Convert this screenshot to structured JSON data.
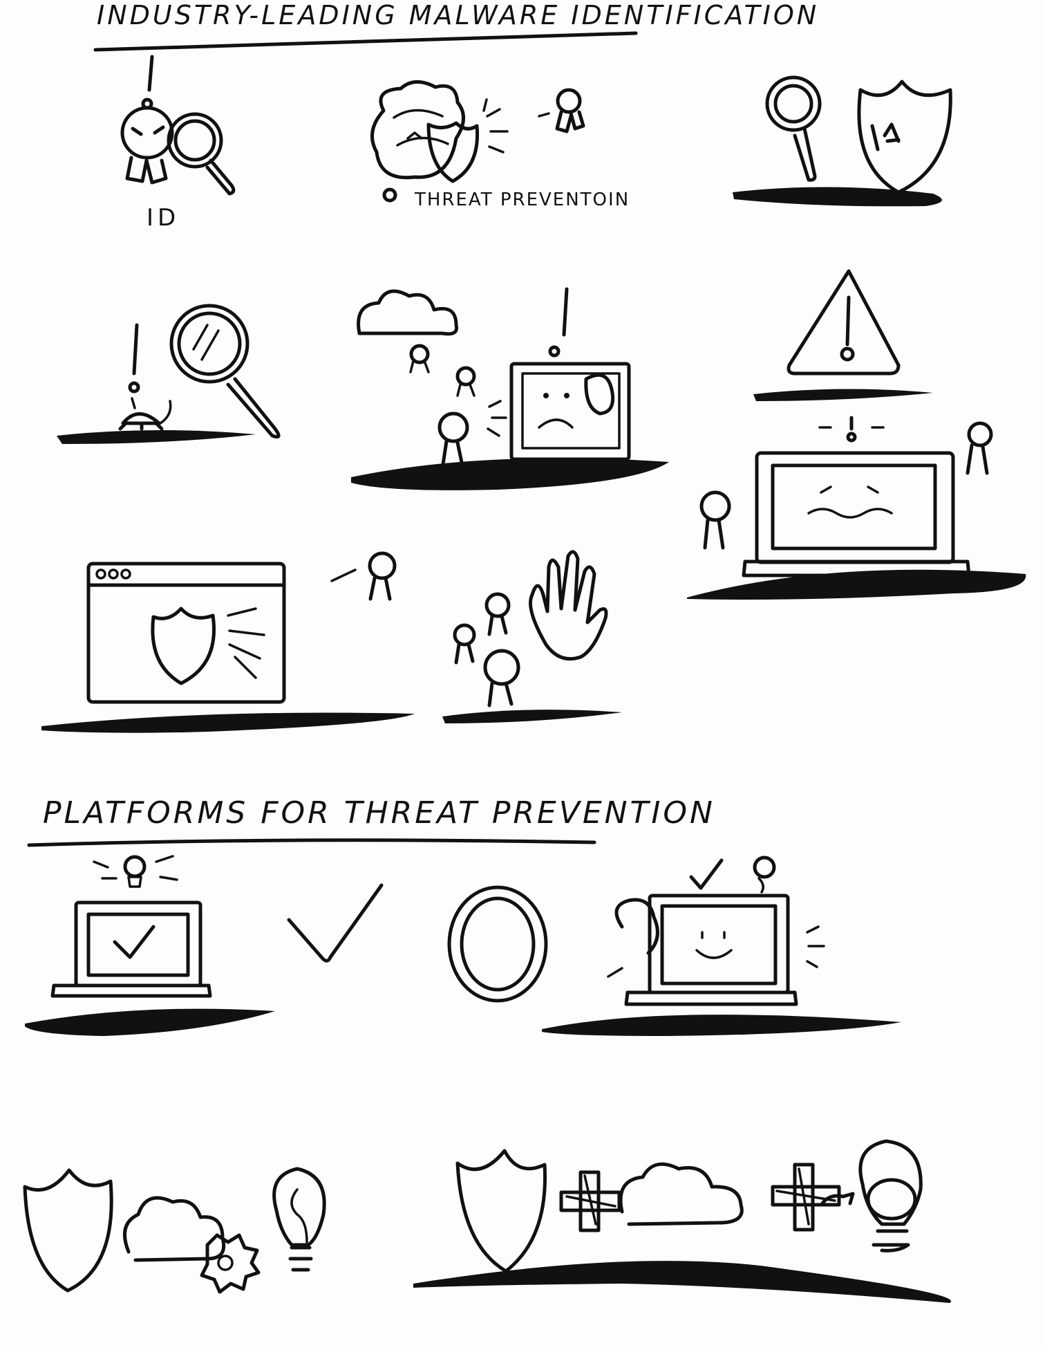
{
  "headings": {
    "section_1": "INDUSTRY-LEADING MALWARE IDENTIFICATION",
    "section_2": "PLATFORMS FOR THREAT PREVENTION"
  },
  "labels": {
    "id": "ID",
    "threat_prevention": "THREAT PREVENTOIN"
  },
  "icons": [
    "malware-bug-icon",
    "magnifier-icon",
    "shield-icon",
    "cloud-icon",
    "monitor-icon",
    "laptop-icon",
    "warning-triangle-icon",
    "browser-window-icon",
    "hand-stop-icon",
    "checkmark-icon",
    "circle-icon",
    "lightbulb-icon",
    "plus-icon",
    "exclamation-icon"
  ],
  "ink_color": "#111111",
  "paper_color": "#fdfdfc"
}
